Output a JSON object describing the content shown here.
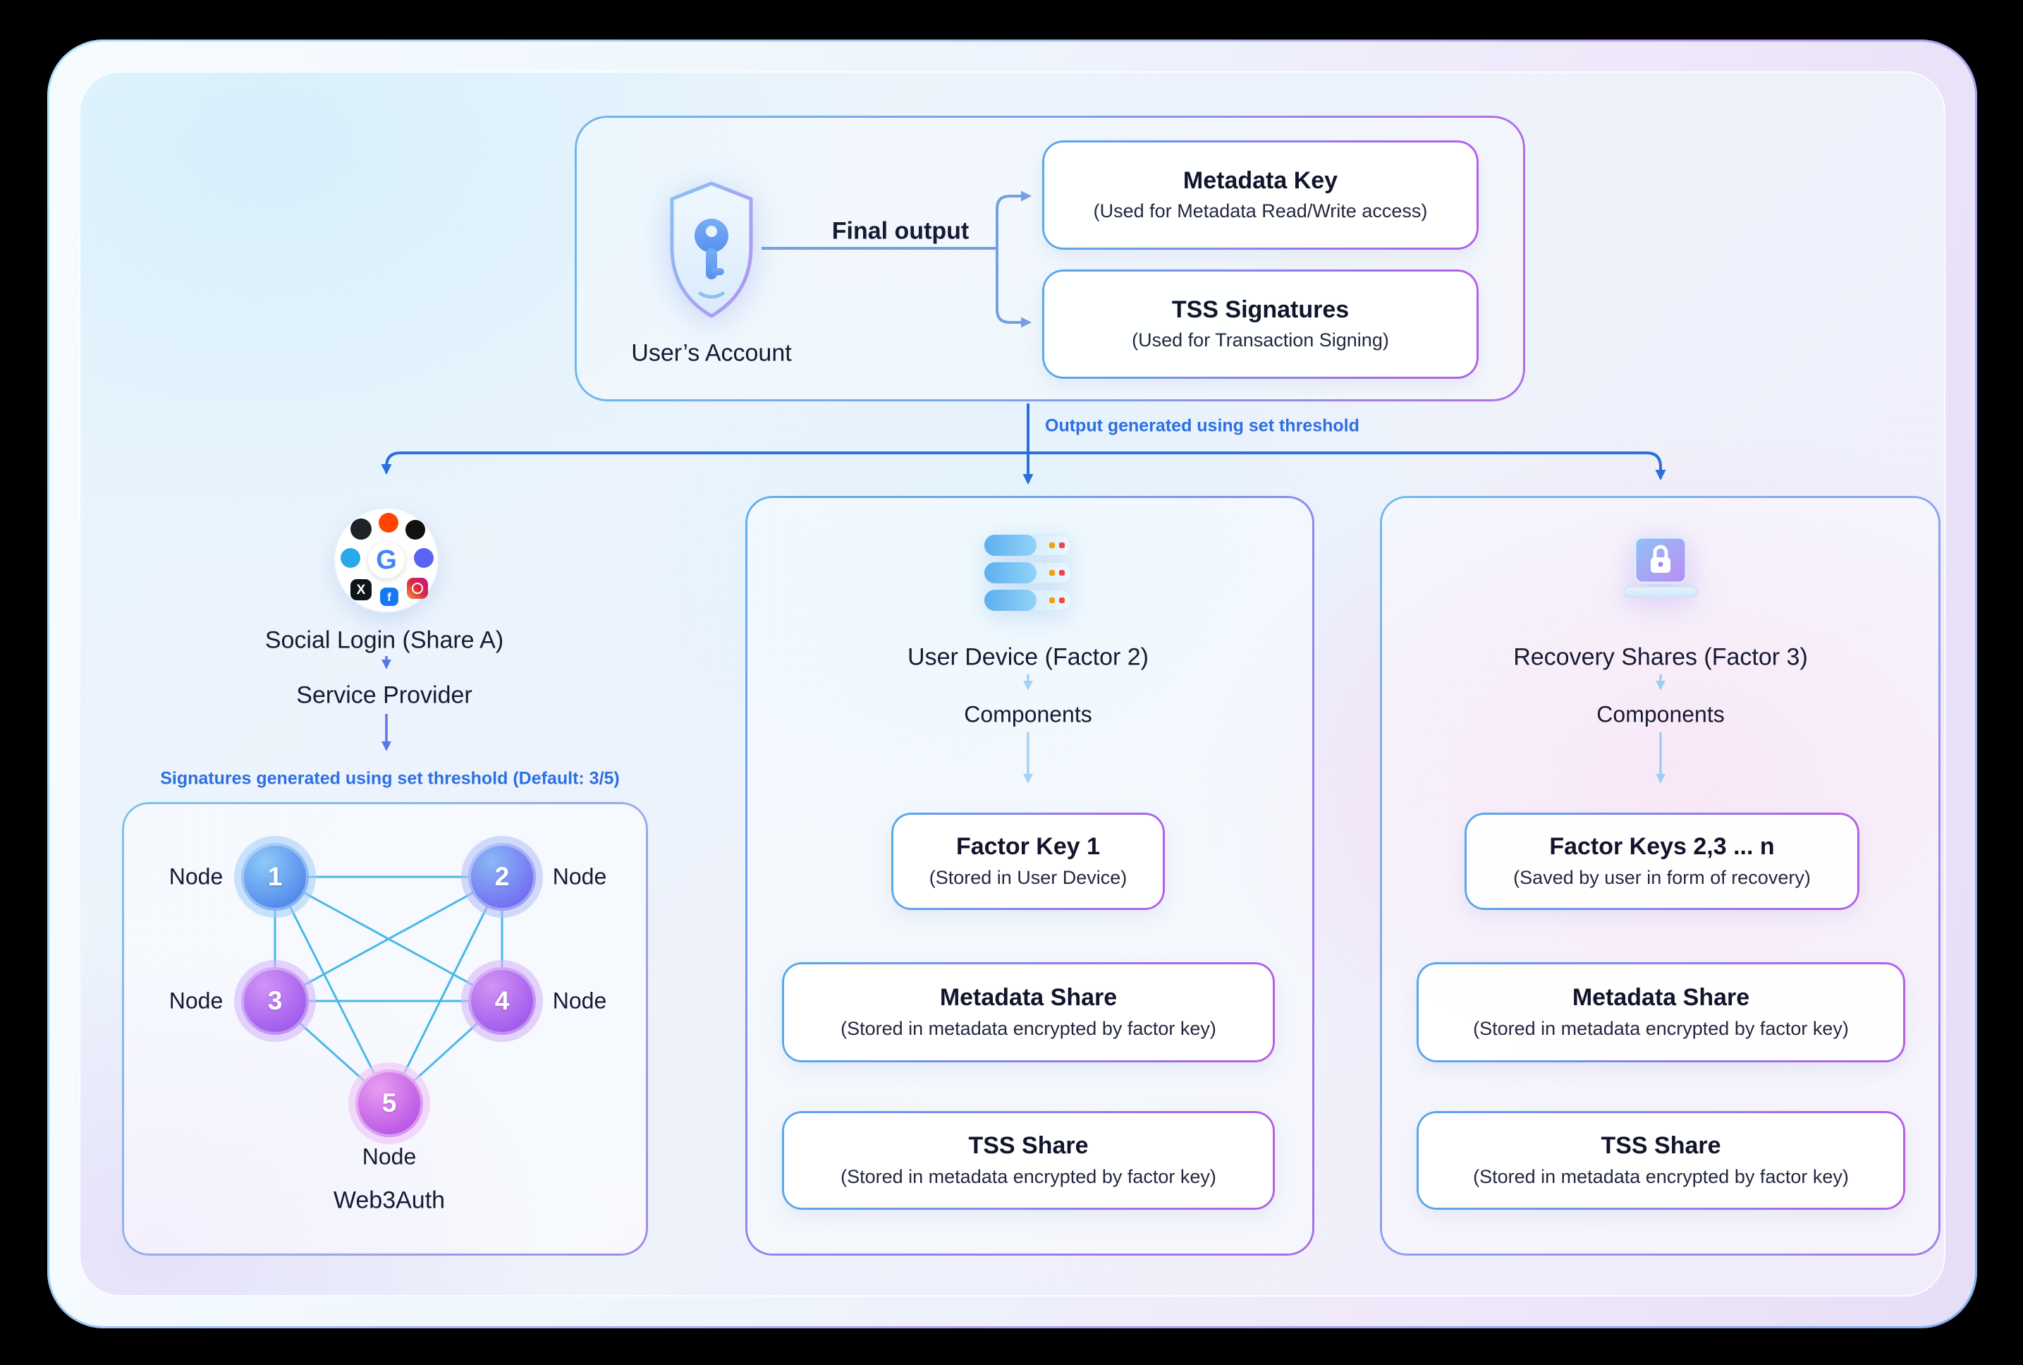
{
  "account": {
    "label": "User’s Account",
    "final_output": "Final output",
    "threshold_note": "Output generated using set threshold",
    "outputs": [
      {
        "title": "Metadata Key",
        "subtitle": "(Used for Metadata Read/Write access)"
      },
      {
        "title": "TSS Signatures",
        "subtitle": "(Used for Transaction Signing)"
      }
    ]
  },
  "social": {
    "title": "Social Login (Share A)",
    "provider": "Service Provider",
    "note": "Signatures generated using set threshold (Default: 3/5)",
    "node_label": "Node",
    "nodes": [
      "1",
      "2",
      "3",
      "4",
      "5"
    ],
    "network_name": "Web3Auth"
  },
  "device": {
    "title": "User Device (Factor 2)",
    "components": "Components",
    "boxes": [
      {
        "title": "Factor Key 1",
        "subtitle": "(Stored in User Device)"
      },
      {
        "title": "Metadata Share",
        "subtitle": "(Stored in metadata encrypted by factor key)"
      },
      {
        "title": "TSS Share",
        "subtitle": "(Stored in metadata encrypted by factor key)"
      }
    ]
  },
  "recovery": {
    "title": "Recovery Shares (Factor 3)",
    "components": "Components",
    "boxes": [
      {
        "title": "Factor Keys 2,3 ... n",
        "subtitle": "(Saved by user in form of recovery)"
      },
      {
        "title": "Metadata Share",
        "subtitle": "(Stored in metadata encrypted by factor key)"
      },
      {
        "title": "TSS Share",
        "subtitle": "(Stored in metadata encrypted by factor key)"
      }
    ]
  },
  "icons": {
    "google_glyph": "G",
    "x_glyph": "X",
    "facebook_glyph": "f"
  },
  "colors": {
    "arrow_primary": "#2b6fd8",
    "arrow_light": "#3aa0e6",
    "arrow_indigo": "#5b74e8",
    "annotation_blue": "#2e6fe0",
    "text_dark": "#171a33"
  }
}
